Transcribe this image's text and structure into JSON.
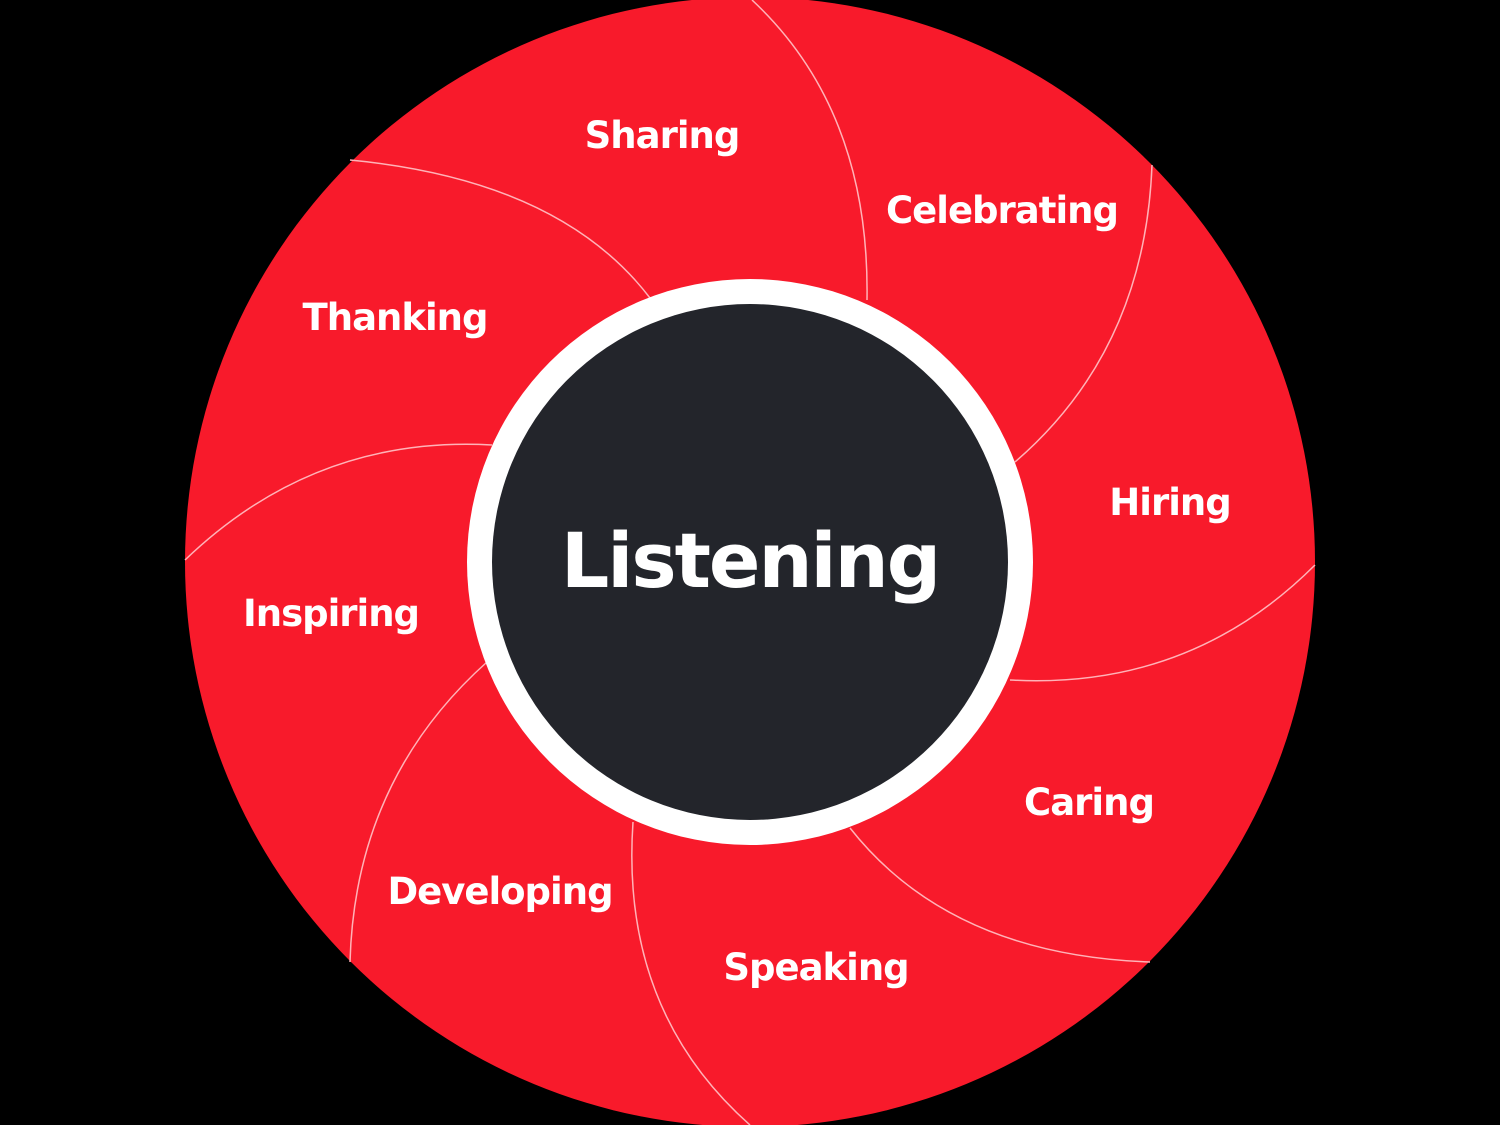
{
  "colors": {
    "background": "#000000",
    "wheel": "#f81a2b",
    "hub": "#23252b",
    "ring": "#ffffff",
    "divider": "#ffb3b8"
  },
  "center": {
    "label": "Listening"
  },
  "segments": [
    {
      "label": "Sharing"
    },
    {
      "label": "Celebrating"
    },
    {
      "label": "Hiring"
    },
    {
      "label": "Caring"
    },
    {
      "label": "Speaking"
    },
    {
      "label": "Developing"
    },
    {
      "label": "Inspiring"
    },
    {
      "label": "Thanking"
    }
  ]
}
